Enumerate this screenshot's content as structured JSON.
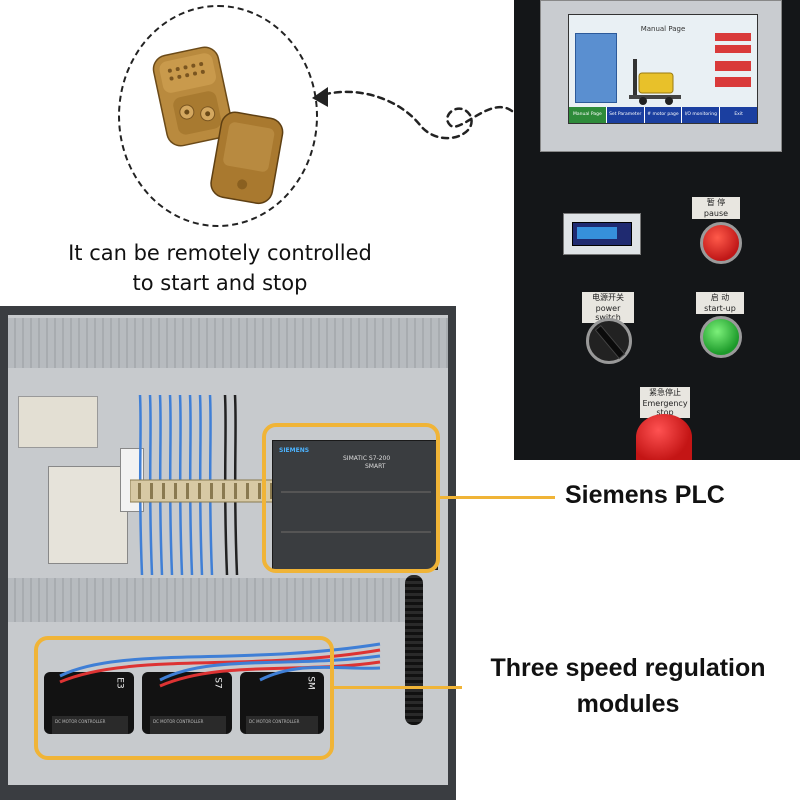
{
  "remote": {
    "caption_line1": "It can be remotely controlled",
    "caption_line2": "to start and stop"
  },
  "hmi": {
    "screen_title": "Manual Page",
    "tabs": [
      "Manual Page",
      "Set Parameter",
      "# motor page",
      "I/O monitoring",
      "Exit"
    ]
  },
  "panel_buttons": {
    "pause_cn": "暂 停",
    "pause_en": "pause",
    "power_cn": "电源开关",
    "power_en": "power switch",
    "start_cn": "启 动",
    "start_en": "start-up",
    "estop_cn": "紧急停止",
    "estop_en": "Emergency stop"
  },
  "plc": {
    "brand": "SIEMENS",
    "model": "SIMATIC S7-200",
    "series": "SMART"
  },
  "modules": {
    "label_text": "DC MOTOR CONTROLLER",
    "ids": [
      "E3",
      "S7",
      "SM"
    ]
  },
  "labels": {
    "plc": "Siemens PLC",
    "speed_line1": "Three speed regulation",
    "speed_line2": "modules"
  },
  "colors": {
    "highlight_box": "#f0b437",
    "arrow": "#222222"
  }
}
